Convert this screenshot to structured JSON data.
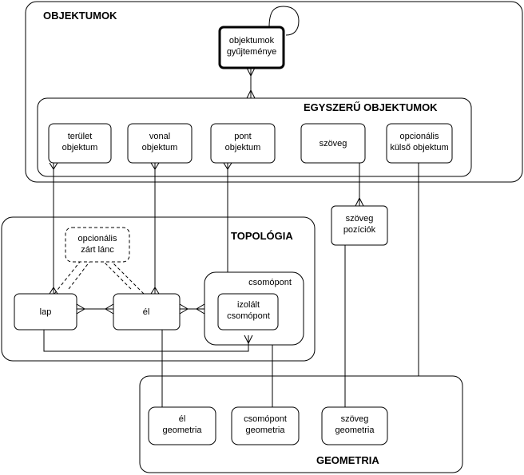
{
  "groups": {
    "objektumok": "OBJEKTUMOK",
    "egyszeru": "EGYSZERŰ OBJEKTUMOK",
    "topologia": "TOPOLÓGIA",
    "geometria": "GEOMETRIA"
  },
  "boxes": {
    "gyujtemeny": [
      "objektumok",
      "gyűjteménye"
    ],
    "terulet": [
      "terület",
      "objektum"
    ],
    "vonal": [
      "vonal",
      "objektum"
    ],
    "pont": [
      "pont",
      "objektum"
    ],
    "szoveg": [
      "szöveg"
    ],
    "kulso": [
      "opcionális",
      "külső objektum"
    ],
    "szoveg_poz": [
      "szöveg",
      "pozíciók"
    ],
    "zart_lanc": [
      "opcionális",
      "zárt lánc"
    ],
    "lap": [
      "lap"
    ],
    "el": [
      "él"
    ],
    "csomopont": [
      "csomópont"
    ],
    "izolalt": [
      "izolált",
      "csomópont"
    ],
    "el_geom": [
      "él",
      "geometria"
    ],
    "csomopont_geom": [
      "csomópont",
      "geometria"
    ],
    "szoveg_geom": [
      "szöveg",
      "geometria"
    ]
  }
}
